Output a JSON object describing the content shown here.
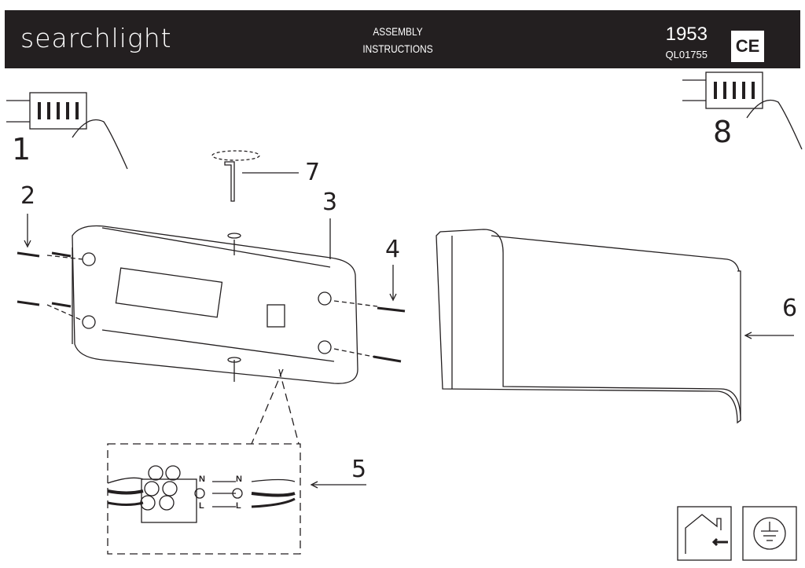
{
  "header": {
    "brand": "searchlight",
    "title_line1": "ASSEMBLY",
    "title_line2": "INSTRUCTIONS",
    "model": "1953",
    "code": "QL01755",
    "certification": "CE"
  },
  "steps": [
    "1",
    "2",
    "3",
    "4",
    "5",
    "6",
    "7",
    "8"
  ],
  "connector_labels": {
    "neutral": "N",
    "live": "L"
  },
  "colors": {
    "header_bg": "#231f20",
    "ink": "#231f20"
  }
}
